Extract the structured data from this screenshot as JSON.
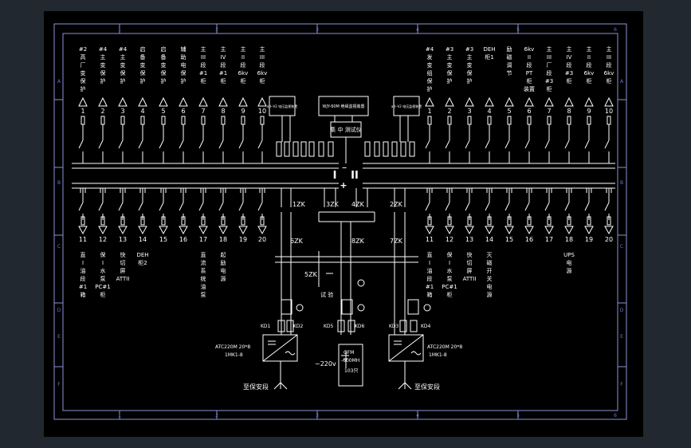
{
  "colors": {
    "background": "#212830",
    "sheet": "#000000",
    "frame": "#8a93d6",
    "line": "#ffffff",
    "border_text": "#6d76c6"
  },
  "frame": {
    "col_numbers_top": [
      "1",
      "2",
      "3",
      "4",
      "5",
      "6"
    ],
    "col_numbers_bottom": [
      "1",
      "2",
      "3",
      "4",
      "5",
      "6"
    ],
    "row_letters_left": [
      "A",
      "B",
      "C",
      "D",
      "E",
      "F"
    ],
    "row_letters_right": [
      "A",
      "B",
      "C",
      "D",
      "E",
      "F"
    ]
  },
  "upper_left_feeders": [
    "1",
    "2",
    "3",
    "4",
    "5",
    "6",
    "7",
    "8",
    "9",
    "10"
  ],
  "upper_right_feeders": [
    "1",
    "2",
    "3",
    "4",
    "5",
    "6",
    "7",
    "8",
    "9",
    "10"
  ],
  "lower_left_feeders": [
    "11",
    "12",
    "13",
    "14",
    "15",
    "16",
    "17",
    "18",
    "19",
    "20"
  ],
  "lower_right_feeders": [
    "11",
    "12",
    "13",
    "14",
    "15",
    "16",
    "17",
    "18",
    "19",
    "20"
  ],
  "top_left_labels": [
    "#2 高 厂 变 保 护",
    "#4 主 变 保 护",
    "#4 主 变 保 护",
    "启 备 变 保 护",
    "启 备 变 保 护",
    "辅 助 电 保 护",
    "主 III 段 #1 柜",
    "主 IV 段 #1 柜",
    "主 II 段 6kv 柜",
    "主 III 段 6kv 柜"
  ],
  "top_right_labels": [
    "#4 发 变 组 保 护",
    "#3 主 变 保 护",
    "#3 主 变 保 护",
    "DEH 柜1",
    "励 磁 调 节",
    "6kv II 段 PT 柜 装置",
    "主 III 厂 段 #3 柜",
    "主 IV 段 #3 柜",
    "主 II 段 6kv 柜",
    "主 III 段 6kv 柜"
  ],
  "bottom_left_labels": [
    "直 I 油 段 #1 箱",
    "保 I 水 泵 PC#1 柜",
    "快 切 屏 ATTII",
    "DEH 柜2",
    "",
    "",
    "直 流 系 统 油 泵",
    "起 励 电 源",
    "",
    ""
  ],
  "bottom_right_labels": [
    "直 I 油 段 #1 箱",
    "保 I 水 泵 PC#1 柜",
    "快 切 屏 ATTII",
    "灭 磁 开 关 电 源",
    "",
    "",
    "",
    "UPS 电 源",
    "",
    ""
  ],
  "center": {
    "monitor_left": "ad--V2 电压监视装置",
    "monitor_mid": "WJY-60M 绝缘监视装置",
    "monitor_right": "ad--V2 电压监视装置",
    "test_box": "集 中 测试仪",
    "bus_I": "I",
    "bus_II": "II",
    "minus": "−",
    "plus": "+",
    "sw_1zk": "1ZK",
    "sw_3zk": "3ZK",
    "sw_4zk": "4ZK",
    "sw_2zk": "2ZK",
    "sw_6zk": "6ZK",
    "sw_8zk": "8ZK",
    "sw_7zk": "7ZK",
    "sw_5zk": "5ZK",
    "test_label": "试 验",
    "kd1": "KD1",
    "kd2": "KD2",
    "kd5": "KD5",
    "kd6": "KD6",
    "kd3": "KD3",
    "kd4": "KD4",
    "charger_left_1": "ATC220M 20*8",
    "charger_left_2": "1MK1-8",
    "charger_right_1": "ATC220M 20*8",
    "charger_right_2": "1MK1-8",
    "battery_1": "GFM",
    "battery_2": "-600MH",
    "battery_3": "103只",
    "ac_voltage": "~220v",
    "feed_left": "至保安段",
    "feed_right": "至保安段"
  }
}
